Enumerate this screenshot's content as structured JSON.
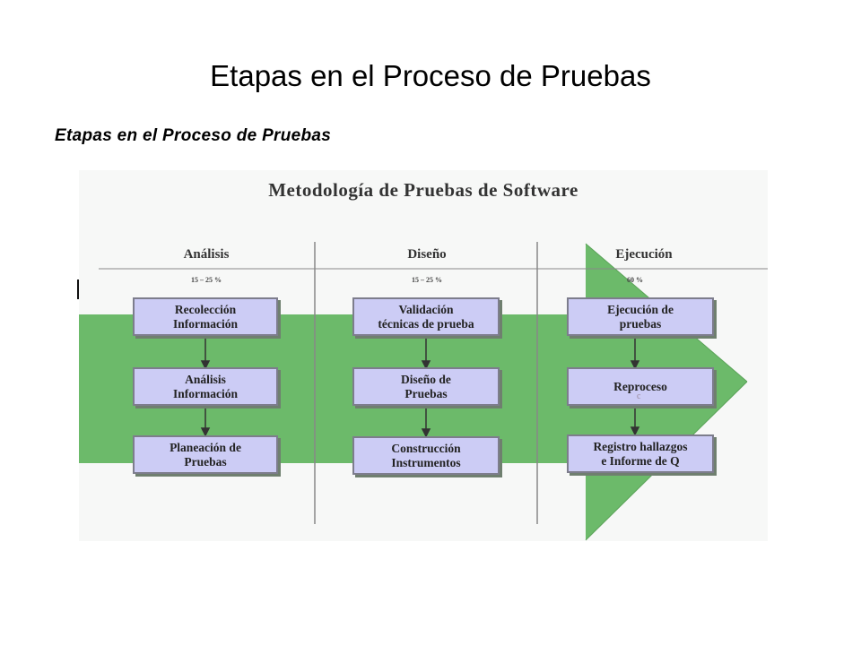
{
  "slide": {
    "title": "Etapas en el Proceso de Pruebas",
    "subtitle": "Etapas en el Proceso de Pruebas"
  },
  "diagram": {
    "title": "Metodología de Pruebas de Software",
    "arrow_color": "#6cba6a",
    "box_color": "#ccccf5",
    "columns": [
      {
        "name": "Análisis",
        "percent": "15 – 25 %",
        "boxes": [
          "Recolección\nInformación",
          "Análisis\nInformación",
          "Planeación de\nPruebas"
        ]
      },
      {
        "name": "Diseño",
        "percent": "15 – 25 %",
        "boxes": [
          "Validación\ntécnicas de prueba",
          "Diseño de\nPruebas",
          "Construcción\nInstrumentos"
        ]
      },
      {
        "name": "Ejecución",
        "percent": "60 %",
        "boxes": [
          "Ejecución de\npruebas",
          "Reproceso",
          "Registro hallazgos\ne Informe de Q"
        ]
      }
    ],
    "small_mark": "c"
  }
}
